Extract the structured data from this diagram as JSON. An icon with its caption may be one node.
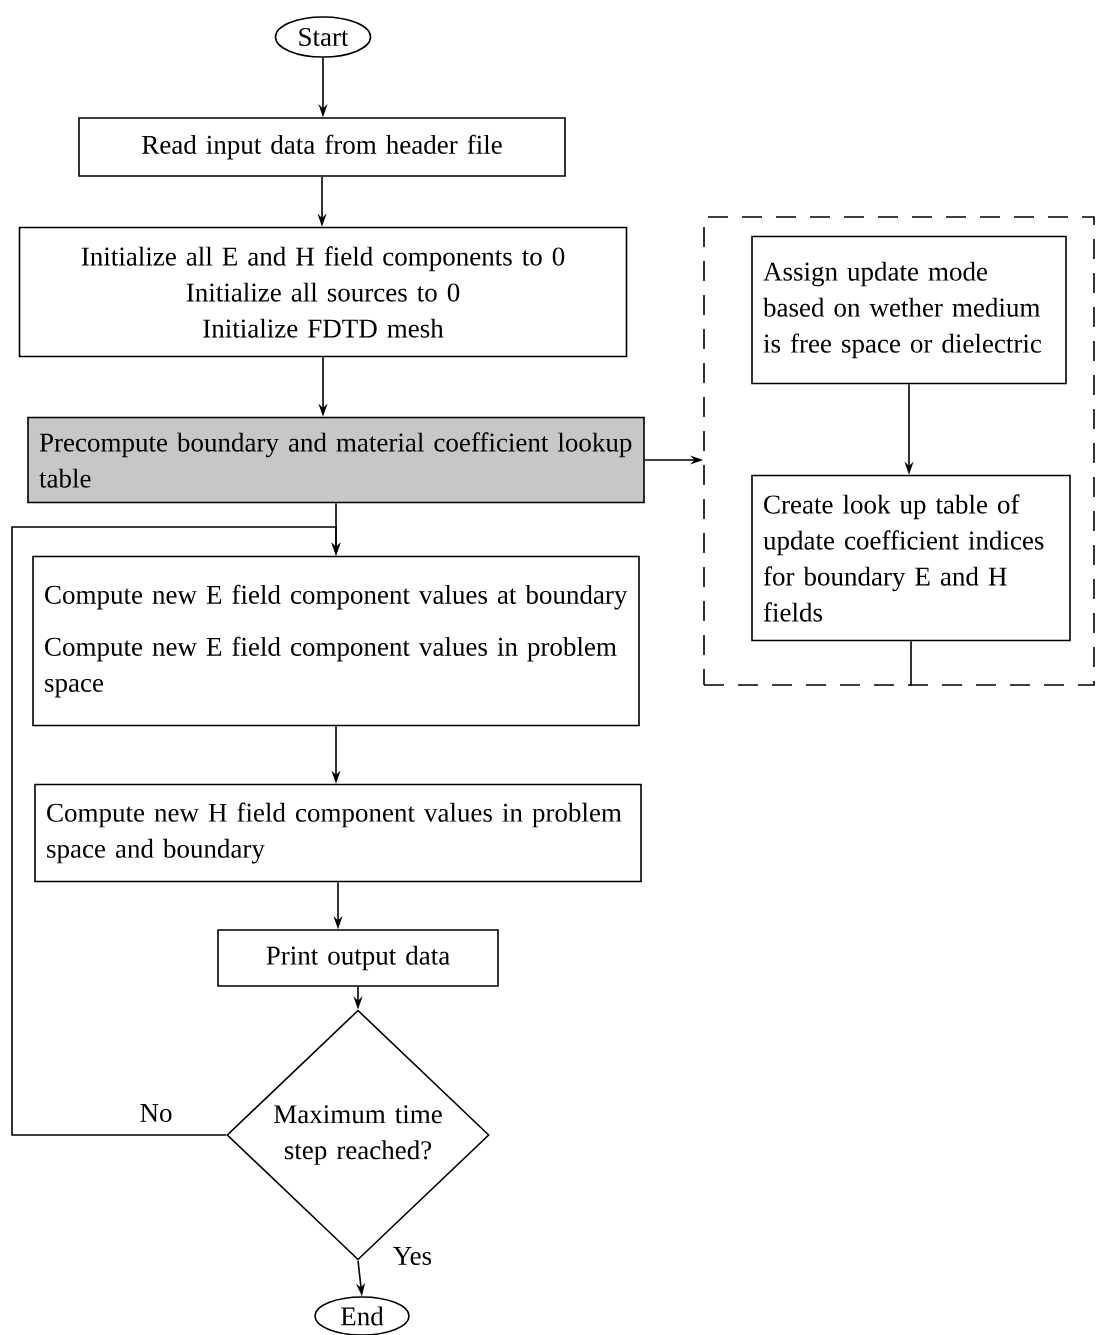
{
  "diagram": {
    "nodes": [
      {
        "text": [
          "Start"
        ]
      },
      {
        "text": [
          "Read input data from header file"
        ]
      },
      {
        "text": [
          "Initialize all E and H field components to 0",
          "Initialize all sources to 0",
          "Initialize FDTD mesh"
        ]
      },
      {
        "text": [
          "Precompute boundary and material coefficient lookup table"
        ]
      },
      {
        "text": [
          "Compute new E field component values at boundary",
          "Compute new E field component values in problem space"
        ]
      },
      {
        "text": [
          "Compute new H field component values in problem space and boundary"
        ]
      },
      {
        "text": [
          "Print output data"
        ]
      },
      {
        "text": [
          "Maximum time step reached?"
        ]
      },
      {
        "text": [
          "End"
        ]
      },
      {
        "text": [],
        "shape": "box"
      },
      {
        "text": [
          "Assign update mode based on wether medium is free space or dielectric"
        ],
        "in": 9
      },
      {
        "text": [
          "Create look up table of update coefficient indices for boundary E and H fields"
        ],
        "in": 9
      }
    ],
    "edges": [
      {
        "from": 0,
        "to": 1,
        "arrow": "to"
      },
      {
        "from": 1,
        "to": 2,
        "arrow": "to"
      },
      {
        "from": 2,
        "to": 3,
        "arrow": "to"
      },
      {
        "from": 3,
        "to": 4,
        "arrow": "to"
      },
      {
        "from": 4,
        "to": 5,
        "arrow": "to"
      },
      {
        "from": 5,
        "to": 6,
        "arrow": "to"
      },
      {
        "from": 6,
        "to": 7,
        "arrow": "to"
      },
      {
        "from": 7,
        "to": 8,
        "arrow": "to",
        "label": "Yes"
      },
      {
        "from": 7,
        "to": 4,
        "arrow": "to",
        "label": "No"
      },
      {
        "from": 3,
        "to": 9,
        "arrow": "to"
      },
      {
        "from": 10,
        "to": 11,
        "arrow": "to"
      },
      {
        "from": 11,
        "to": 9,
        "arrow": "none"
      }
    ]
  }
}
